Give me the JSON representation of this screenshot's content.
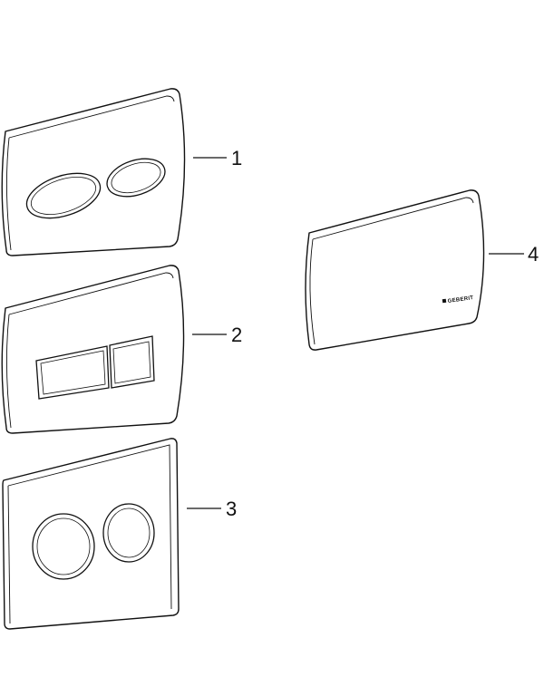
{
  "plates": [
    {
      "id": "plate-1",
      "label": "1",
      "buttons": "dual-oval"
    },
    {
      "id": "plate-2",
      "label": "2",
      "buttons": "dual-rectangle"
    },
    {
      "id": "plate-3",
      "label": "3",
      "buttons": "dual-round"
    },
    {
      "id": "plate-4",
      "label": "4",
      "buttons": "single-panel",
      "brand_text": "GEBERIT"
    }
  ],
  "colors": {
    "line": "#111111",
    "background": "#ffffff"
  }
}
